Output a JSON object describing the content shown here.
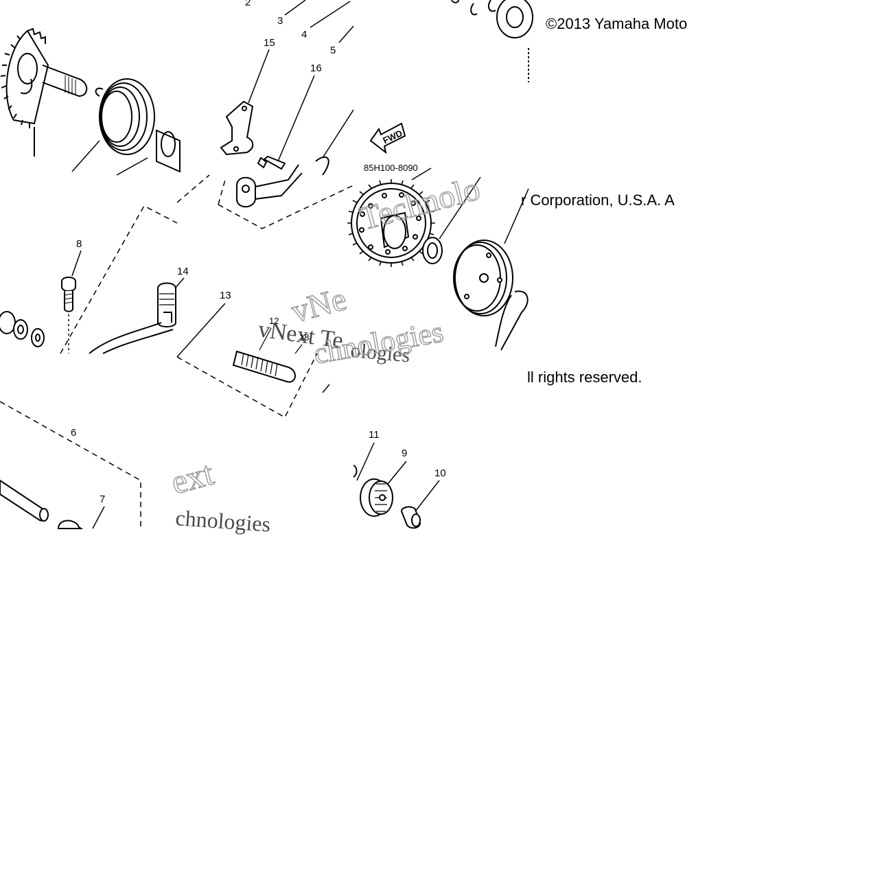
{
  "copyright": {
    "line1": "©2013 Yamaha Moto",
    "line2": "r Corporation, U.S.A. A",
    "line3": "ll rights reserved."
  },
  "part_number": "85H100-8090",
  "fwd_label": "FWD",
  "callouts": {
    "c2": "2",
    "c3": "3",
    "c4": "4",
    "c5": "5",
    "c6": "6",
    "c7": "7",
    "c8": "8",
    "c9": "9",
    "c10": "10",
    "c11": "11",
    "c12": "12",
    "c13": "13",
    "c14": "14",
    "c15": "15",
    "c16": "16",
    "c18": "18"
  },
  "watermark": {
    "w1": "vNext Te",
    "w2": "chnologies",
    "w3": "vNe",
    "w4": "Technolo",
    "w5": "ext",
    "w6": "chnologies",
    "w7": "ologies"
  }
}
